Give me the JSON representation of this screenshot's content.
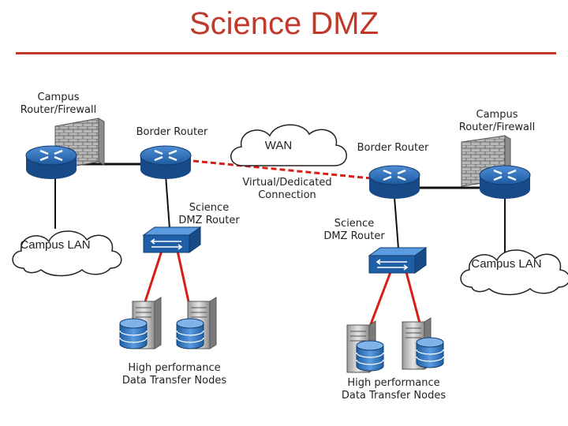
{
  "title": "Science DMZ",
  "labels": {
    "campus_router_firewall_left": "Campus\nRouter/Firewall",
    "campus_router_firewall_right": "Campus\nRouter/Firewall",
    "border_router_left": "Border Router",
    "border_router_right": "Border Router",
    "wan": "WAN",
    "virtual_connection": "Virtual/Dedicated\nConnection",
    "science_dmz_router_left": "Science\nDMZ Router",
    "science_dmz_router_right": "Science\nDMZ Router",
    "campus_lan_left": "Campus LAN",
    "campus_lan_right": "Campus LAN",
    "dtn_left": "High performance\nData Transfer Nodes",
    "dtn_right": "High performance\nData Transfer Nodes"
  },
  "colors": {
    "accent": "#c0392b",
    "router": "#1f5fa8",
    "link": "#111111",
    "dmz_link": "#d91e18"
  }
}
